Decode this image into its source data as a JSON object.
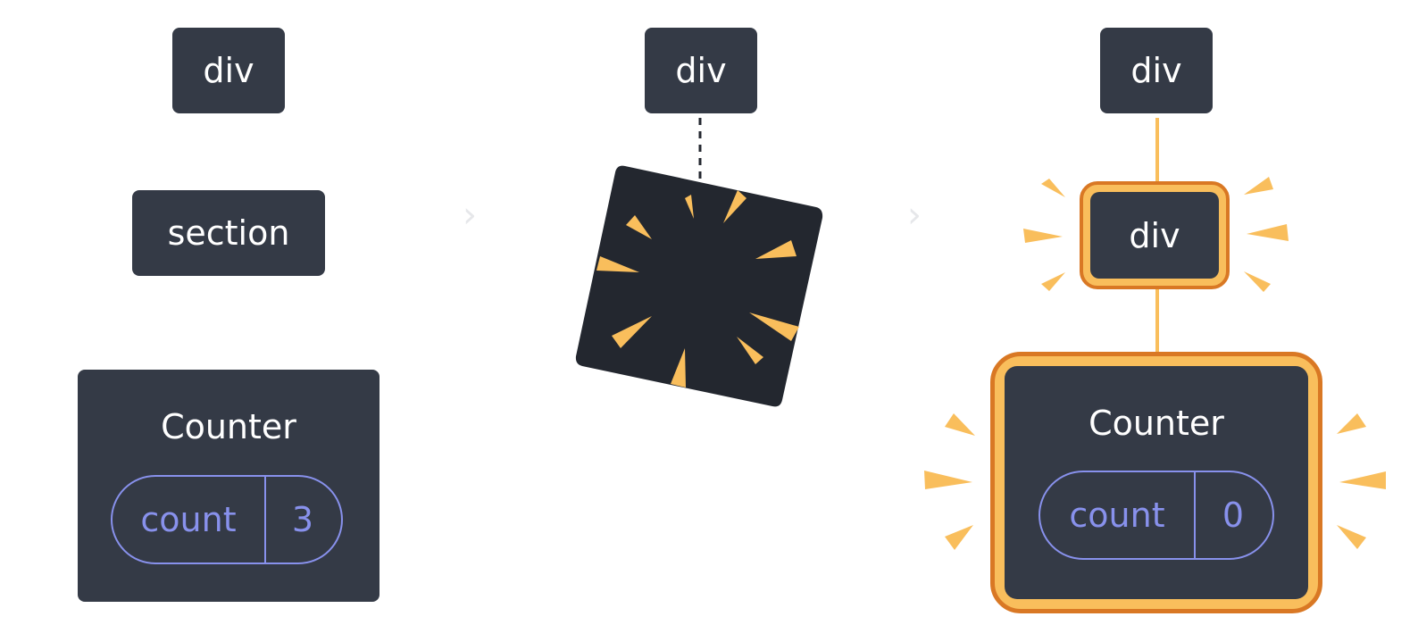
{
  "colors": {
    "node_bg": "#343a46",
    "node_text": "#ffffff",
    "state_accent": "#8891ec",
    "highlight_inner": "#f9be5c",
    "highlight_outer": "#d97824",
    "burst": "#f9be5c",
    "destroyed_bg": "#23272f"
  },
  "before": {
    "root_label": "div",
    "child_label": "section",
    "counter": {
      "title": "Counter",
      "state_key": "count",
      "state_value": "3"
    }
  },
  "transition": {
    "root_label": "div",
    "removed_icon": "burst-icon"
  },
  "after": {
    "root_label": "div",
    "child_label": "div",
    "counter": {
      "title": "Counter",
      "state_key": "count",
      "state_value": "0"
    }
  },
  "arrows": [
    "›",
    "›"
  ]
}
